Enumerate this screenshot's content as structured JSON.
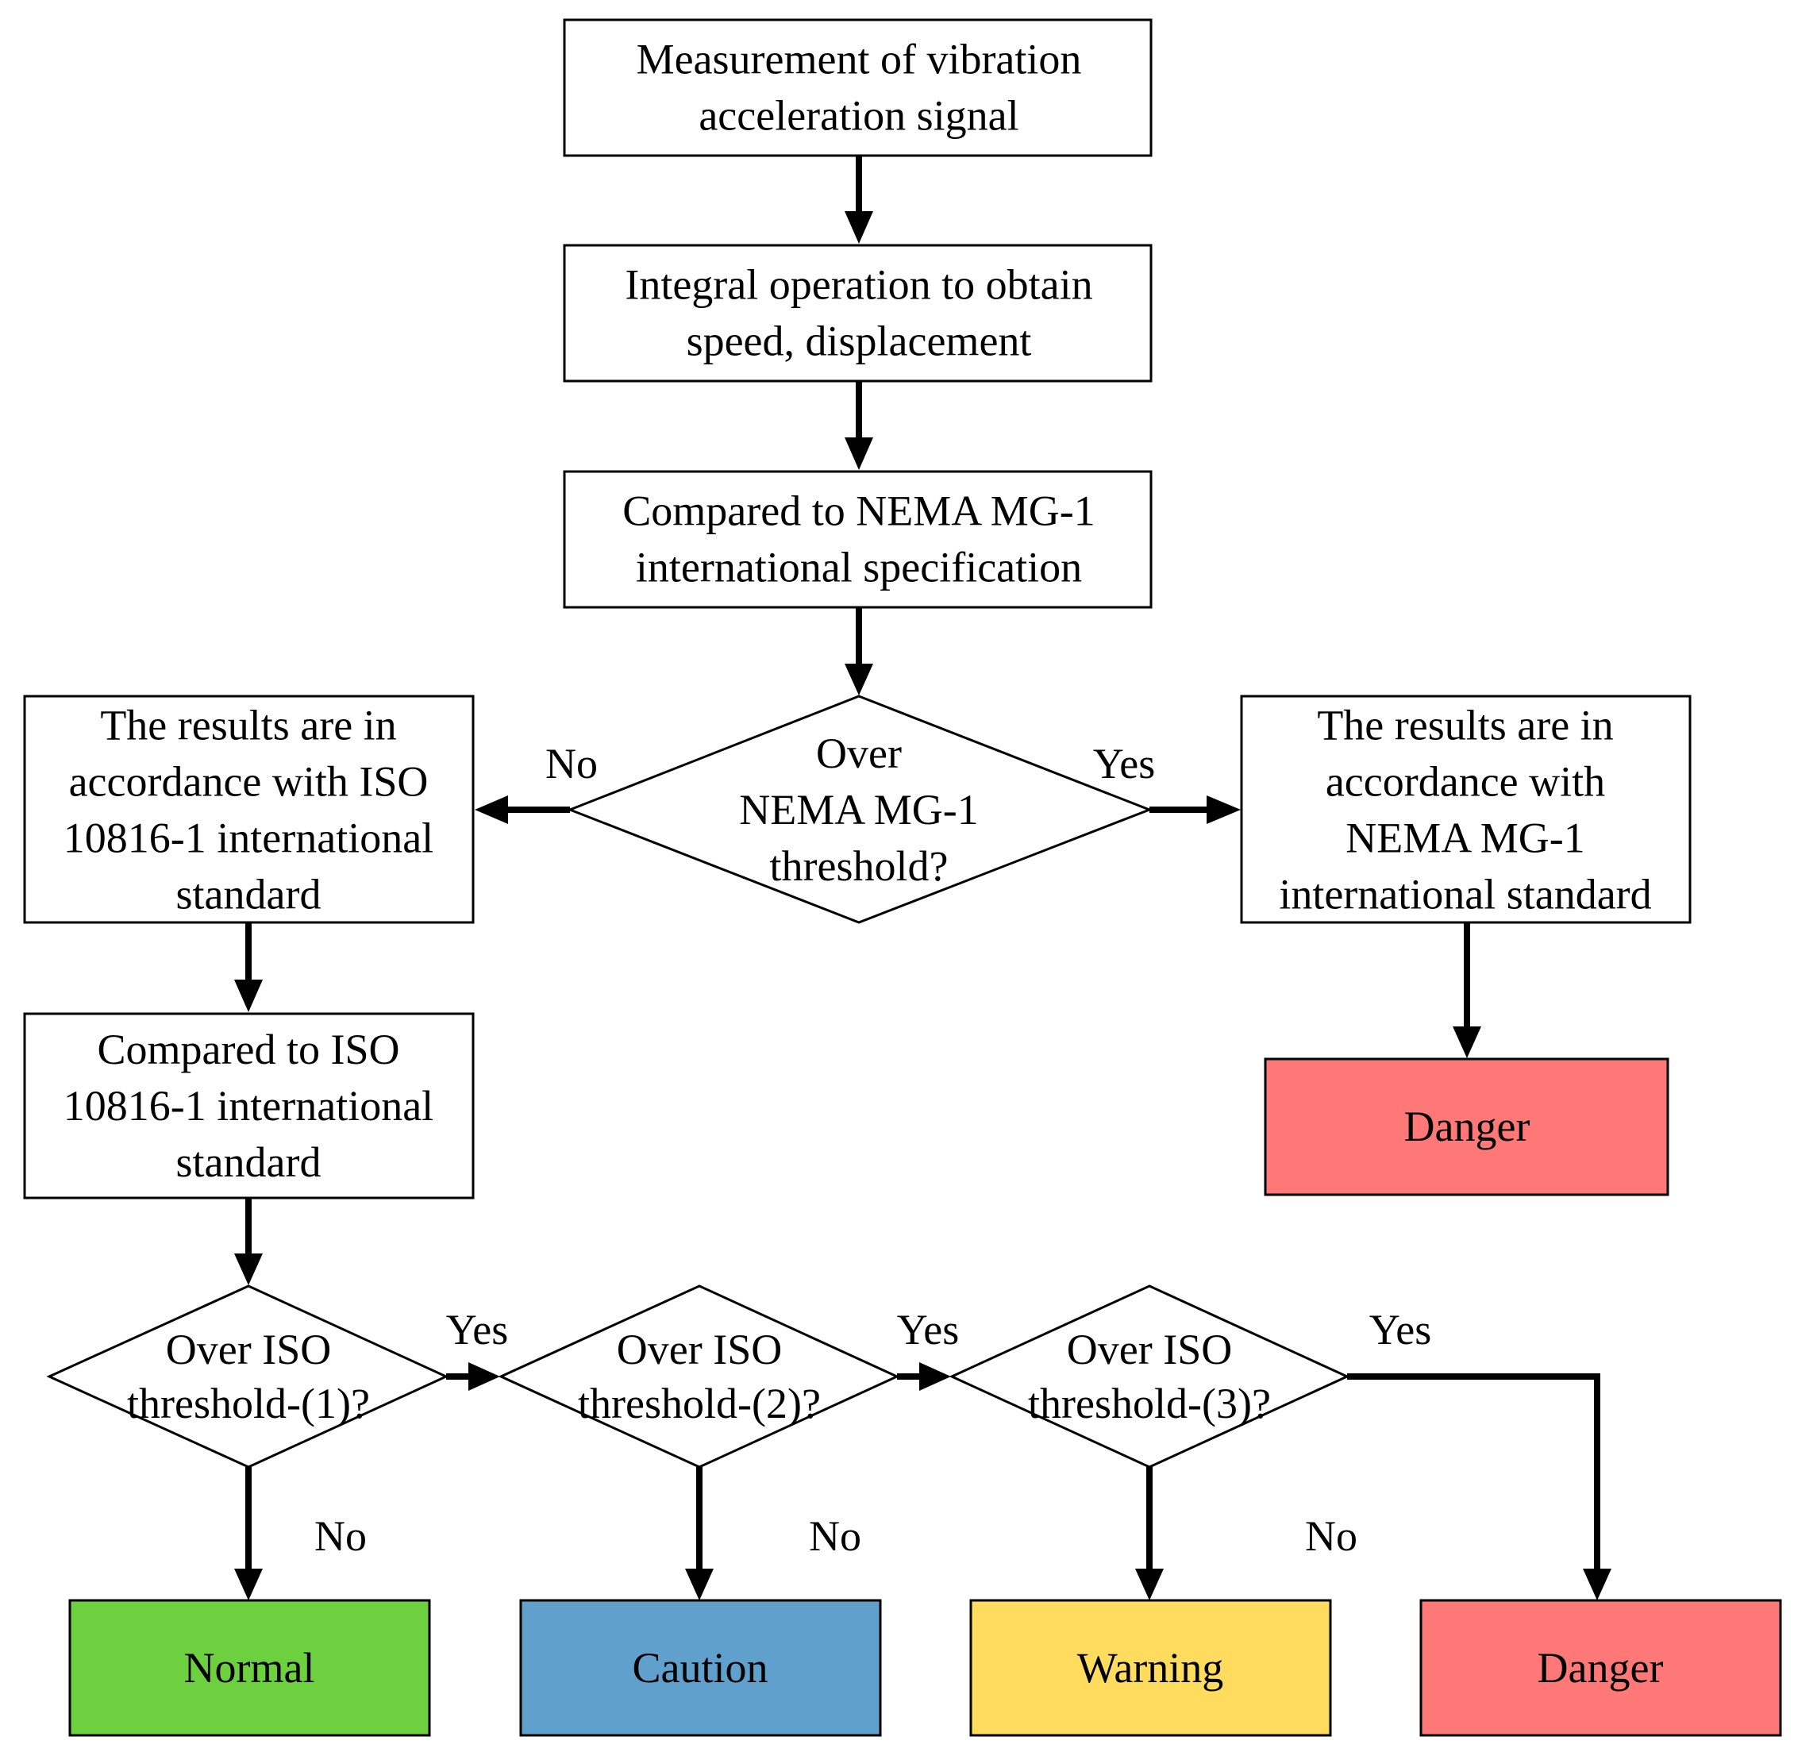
{
  "colors": {
    "box_fill": "#ffffff",
    "normal": "#6dd03e",
    "caution": "#5fa0cd",
    "warning": "#ffdc5e",
    "danger": "#ff7878"
  },
  "nodes": {
    "measure": [
      "Measurement of vibration",
      "acceleration signal"
    ],
    "integral": [
      "Integral operation to obtain",
      "speed, displacement"
    ],
    "compare_nema": [
      "Compared to NEMA MG-1",
      "international specification"
    ],
    "decision_nema": [
      "Over",
      "NEMA MG-1",
      "threshold?"
    ],
    "iso_result": [
      "The results are in",
      "accordance with ISO",
      "10816-1 international",
      "standard"
    ],
    "nema_result": [
      "The results are in",
      "accordance with",
      "NEMA MG-1",
      "international standard"
    ],
    "danger_top": [
      "Danger"
    ],
    "compare_iso": [
      "Compared to ISO",
      "10816-1 international",
      "standard"
    ],
    "decision_iso1": [
      "Over ISO",
      "threshold-(1)?"
    ],
    "decision_iso2": [
      "Over ISO",
      "threshold-(2)?"
    ],
    "decision_iso3": [
      "Over ISO",
      "threshold-(3)?"
    ],
    "normal": [
      "Normal"
    ],
    "caution": [
      "Caution"
    ],
    "warning": [
      "Warning"
    ],
    "danger_bottom": [
      "Danger"
    ]
  },
  "edge_labels": {
    "nema_no": "No",
    "nema_yes": "Yes",
    "iso1_yes": "Yes",
    "iso2_yes": "Yes",
    "iso3_yes": "Yes",
    "iso1_no": "No",
    "iso2_no": "No",
    "iso3_no": "No"
  }
}
